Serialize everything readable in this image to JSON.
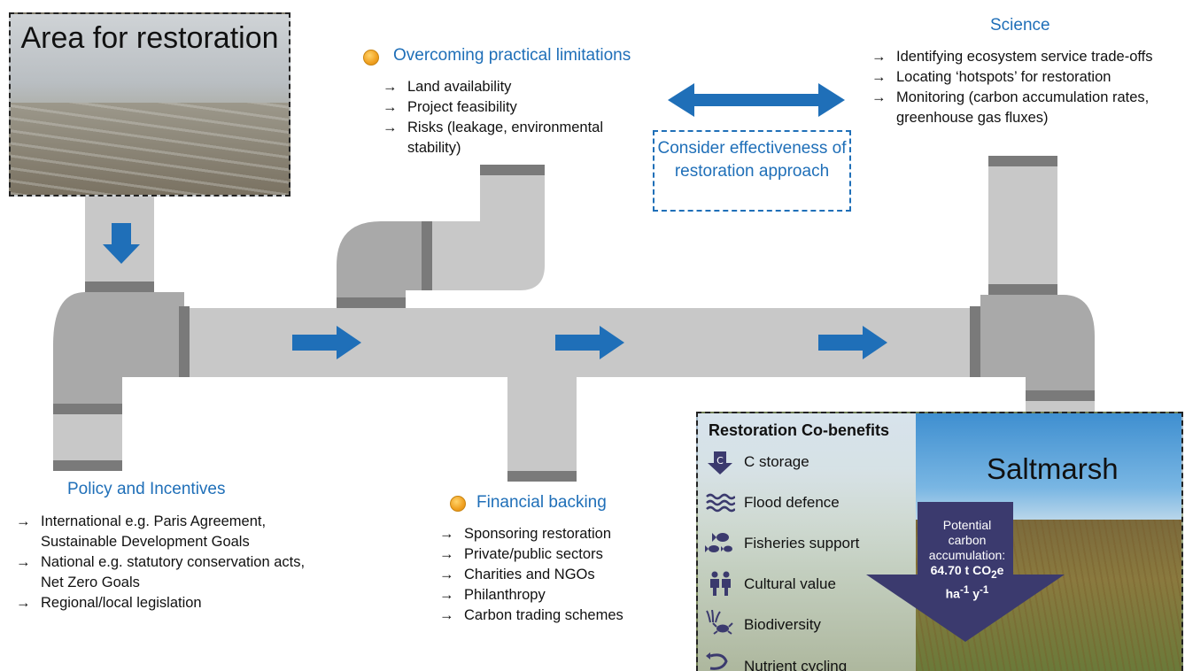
{
  "area_photo": {
    "title": "Area for restoration"
  },
  "practical": {
    "heading": "Overcoming practical limitations",
    "items": [
      "Land availability",
      "Project feasibility",
      "Risks (leakage, environmental stability)"
    ]
  },
  "consider": {
    "text": "Consider effectiveness of restoration approach"
  },
  "science": {
    "heading": "Science",
    "items": [
      "Identifying ecosystem service trade-offs",
      "Locating ‘hotspots’ for restoration",
      "Monitoring (carbon accumulation rates, greenhouse gas fluxes)"
    ]
  },
  "policy": {
    "heading": "Policy and Incentives",
    "items": [
      "International e.g. Paris Agreement, Sustainable Development Goals",
      "National e.g. statutory conservation acts, Net Zero Goals",
      "Regional/local legislation"
    ]
  },
  "financial": {
    "heading": "Financial backing",
    "items": [
      "Sponsoring restoration",
      "Private/public sectors",
      "Charities and NGOs",
      "Philanthropy",
      "Carbon trading schemes"
    ]
  },
  "cobenefits": {
    "title": "Restoration Co-benefits",
    "saltmarsh": "Saltmarsh",
    "c_glyph": "C",
    "items": [
      {
        "label": "C storage",
        "icon": "c-storage-arrow-icon"
      },
      {
        "label": "Flood defence",
        "icon": "waves-icon"
      },
      {
        "label": "Fisheries support",
        "icon": "fish-icon"
      },
      {
        "label": "Cultural value",
        "icon": "people-icon"
      },
      {
        "label": "Biodiversity",
        "icon": "crab-plant-icon"
      },
      {
        "label": "Nutrient cycling",
        "icon": "cycle-icon"
      }
    ],
    "accumulation": {
      "line1": "Potential",
      "line2": "carbon",
      "line3": "accumulation:",
      "value": "64.70 t CO",
      "sub2": "2",
      "value_suffix": "e",
      "unit_a": "ha",
      "sup_a": "-1",
      "unit_b": " y",
      "sup_b": "-1"
    }
  },
  "colors": {
    "accent_blue": "#1f6fb8",
    "pipe_light": "#c8c8c8",
    "pipe_dark": "#a9a9a9",
    "pipe_band": "#7a7a7a",
    "arrow_navy": "#3b3a6e",
    "bullet_orange": "#f0a020"
  }
}
